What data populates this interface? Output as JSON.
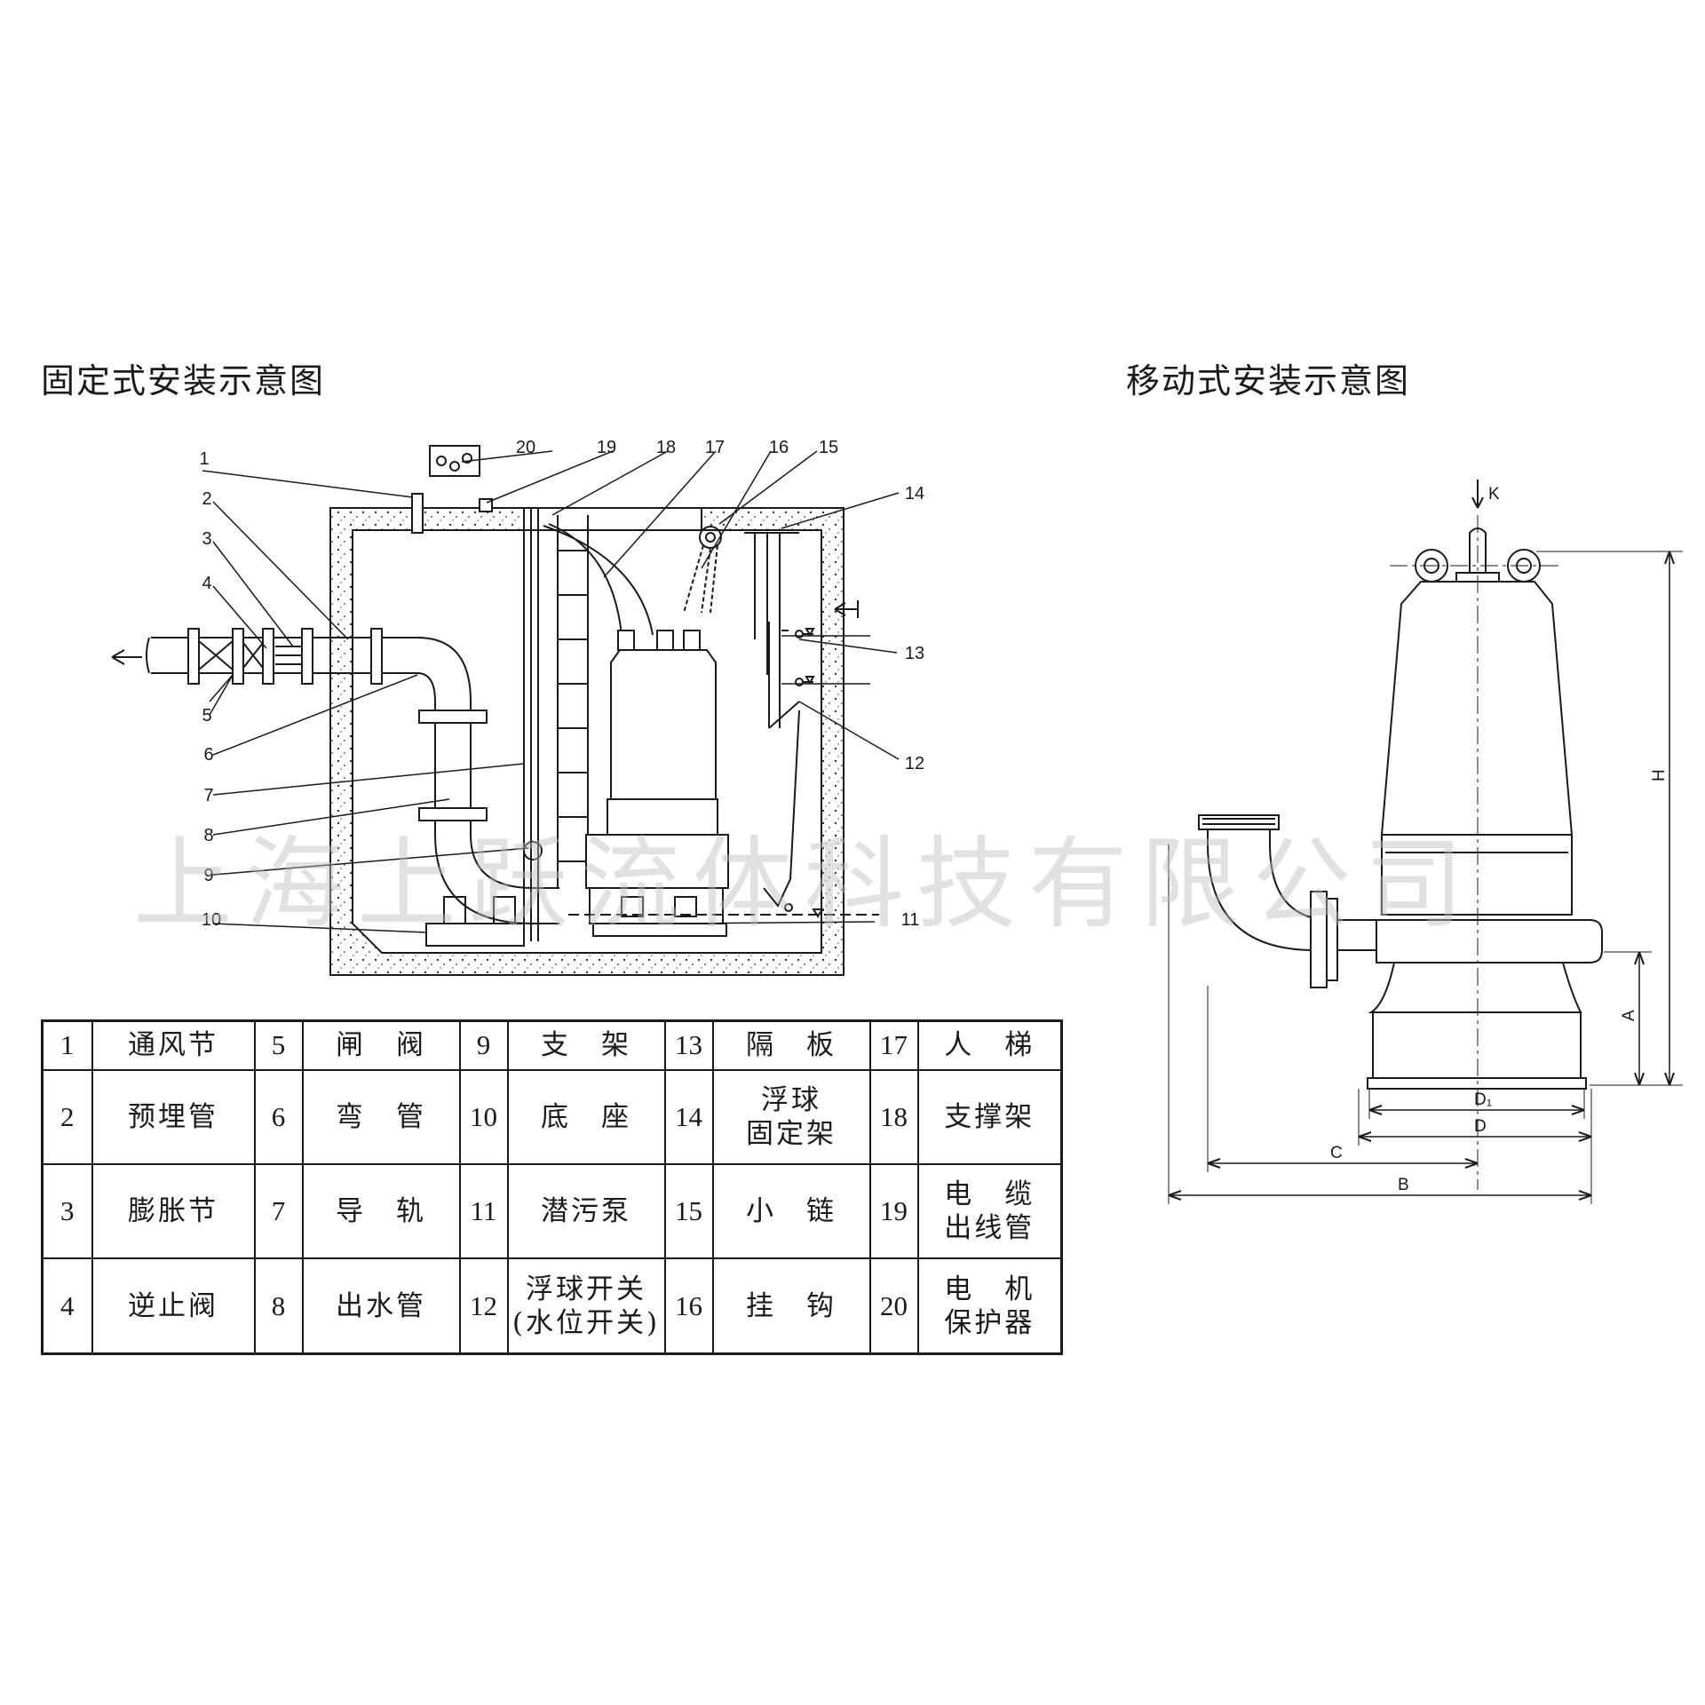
{
  "titles": {
    "fixed": "固定式安装示意图",
    "mobile": "移动式安装示意图"
  },
  "watermark": "上海上跃流体科技有限公司",
  "callouts": [
    "1",
    "2",
    "3",
    "4",
    "5",
    "6",
    "7",
    "8",
    "9",
    "10",
    "11",
    "12",
    "13",
    "14",
    "15",
    "16",
    "17",
    "18",
    "19",
    "20"
  ],
  "dimensions": {
    "K": "K",
    "H": "H",
    "A": "A",
    "D1": "D₁",
    "D": "D",
    "C": "C",
    "B": "B"
  },
  "parts": [
    {
      "no": "1",
      "name": "通风节"
    },
    {
      "no": "2",
      "name": "预埋管"
    },
    {
      "no": "3",
      "name": "膨胀节"
    },
    {
      "no": "4",
      "name": "逆止阀"
    },
    {
      "no": "5",
      "name": "闸　阀"
    },
    {
      "no": "6",
      "name": "弯　管"
    },
    {
      "no": "7",
      "name": "导　轨"
    },
    {
      "no": "8",
      "name": "出水管"
    },
    {
      "no": "9",
      "name": "支　架"
    },
    {
      "no": "10",
      "name": "底　座"
    },
    {
      "no": "11",
      "name": "潜污泵"
    },
    {
      "no": "12",
      "name": "浮球开关\n(水位开关)"
    },
    {
      "no": "13",
      "name": "隔　板"
    },
    {
      "no": "14",
      "name": "浮球\n固定架"
    },
    {
      "no": "15",
      "name": "小　链"
    },
    {
      "no": "16",
      "name": "挂　钩"
    },
    {
      "no": "17",
      "name": "人　梯"
    },
    {
      "no": "18",
      "name": "支撑架"
    },
    {
      "no": "19",
      "name": "电　缆\n出线管"
    },
    {
      "no": "20",
      "name": "电　机\n保护器"
    }
  ]
}
